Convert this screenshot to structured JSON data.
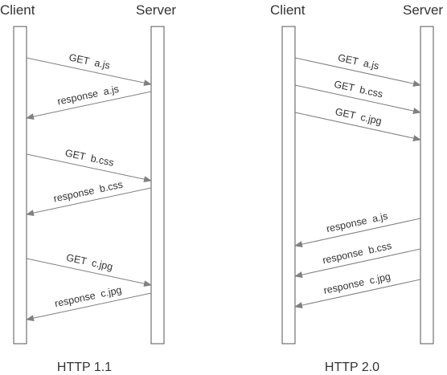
{
  "panels": [
    {
      "caption": "HTTP 1.1",
      "client_label": "Client",
      "server_label": "Server",
      "messages": [
        {
          "label": "GET  a.js",
          "direction": "to-server"
        },
        {
          "label": "response  a.js",
          "direction": "to-client"
        },
        {
          "label": "GET  b.css",
          "direction": "to-server"
        },
        {
          "label": "response  b.css",
          "direction": "to-client"
        },
        {
          "label": "GET  c.jpg",
          "direction": "to-server"
        },
        {
          "label": "response  c.jpg",
          "direction": "to-client"
        }
      ]
    },
    {
      "caption": "HTTP 2.0",
      "client_label": "Client",
      "server_label": "Server",
      "messages": [
        {
          "label": "GET  a.js",
          "direction": "to-server"
        },
        {
          "label": "GET  b.css",
          "direction": "to-server"
        },
        {
          "label": "GET  c.jpg",
          "direction": "to-server"
        },
        {
          "label": "response  a.js",
          "direction": "to-client"
        },
        {
          "label": "response  b.css",
          "direction": "to-client"
        },
        {
          "label": "response  c.jpg",
          "direction": "to-client"
        }
      ]
    }
  ]
}
